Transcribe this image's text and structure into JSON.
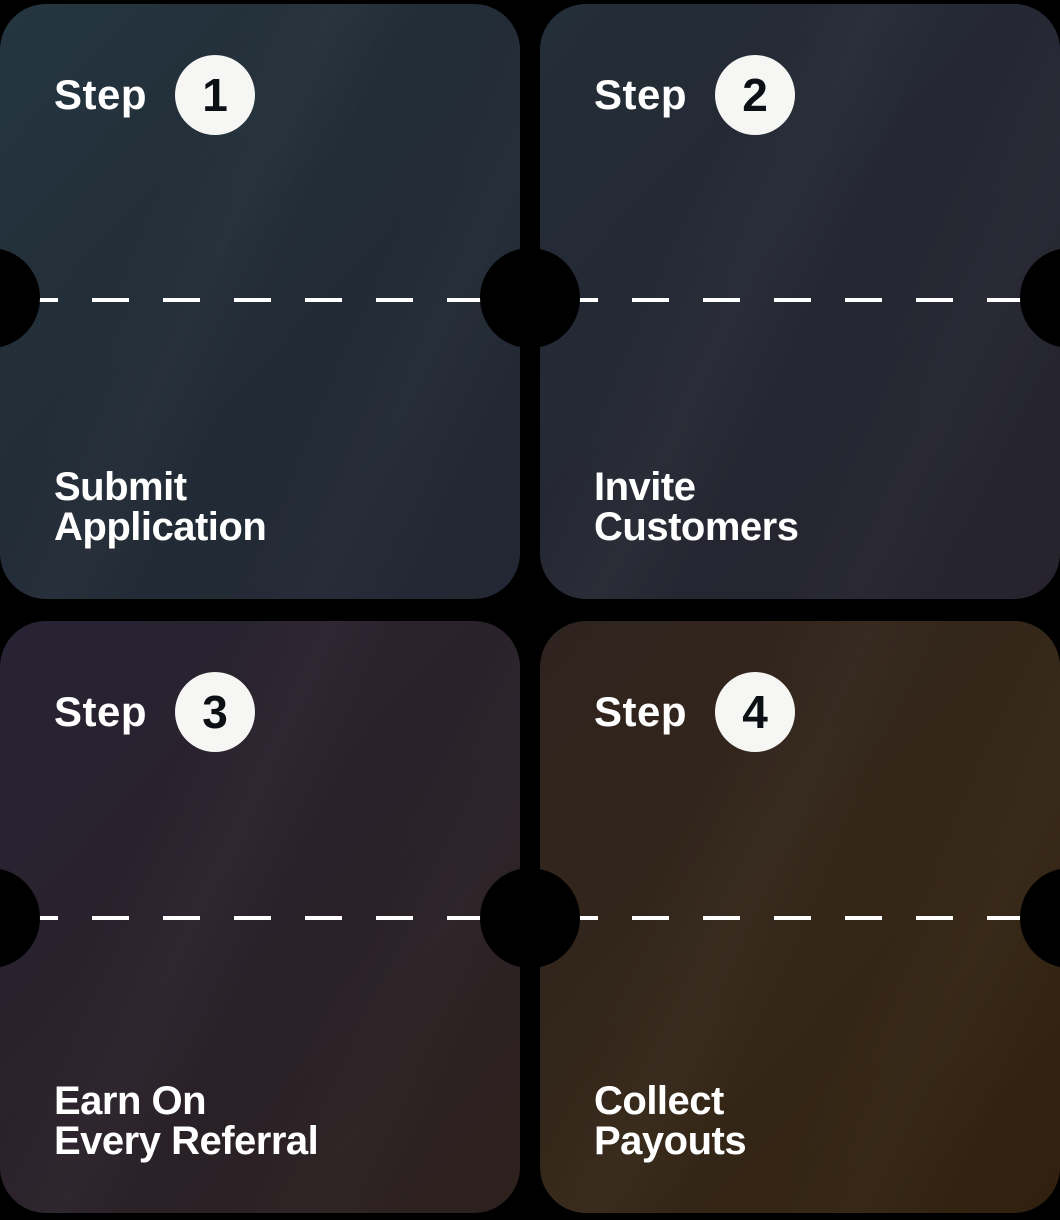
{
  "cards": [
    {
      "step_label": "Step",
      "step_number": "1",
      "title": "Submit\nApplication"
    },
    {
      "step_label": "Step",
      "step_number": "2",
      "title": "Invite\nCustomers"
    },
    {
      "step_label": "Step",
      "step_number": "3",
      "title": "Earn On\nEvery Referral"
    },
    {
      "step_label": "Step",
      "step_number": "4",
      "title": "Collect\nPayouts"
    }
  ],
  "colors": {
    "page_background": "#000000",
    "card1_gradient": [
      "#243640",
      "#222c36",
      "#232733"
    ],
    "card2_gradient": [
      "#242e38",
      "#252732",
      "#26232d"
    ],
    "card3_gradient": [
      "#282334",
      "#2a2128",
      "#2d211c"
    ],
    "card4_gradient": [
      "#2e231f",
      "#352718",
      "#31200e"
    ],
    "badge_background": "#f6f6f4",
    "badge_number_color": "#0b0f14",
    "text_color": "#ffffff",
    "perforation_dash_color": "#ffffff",
    "notch_color": "#000000"
  }
}
